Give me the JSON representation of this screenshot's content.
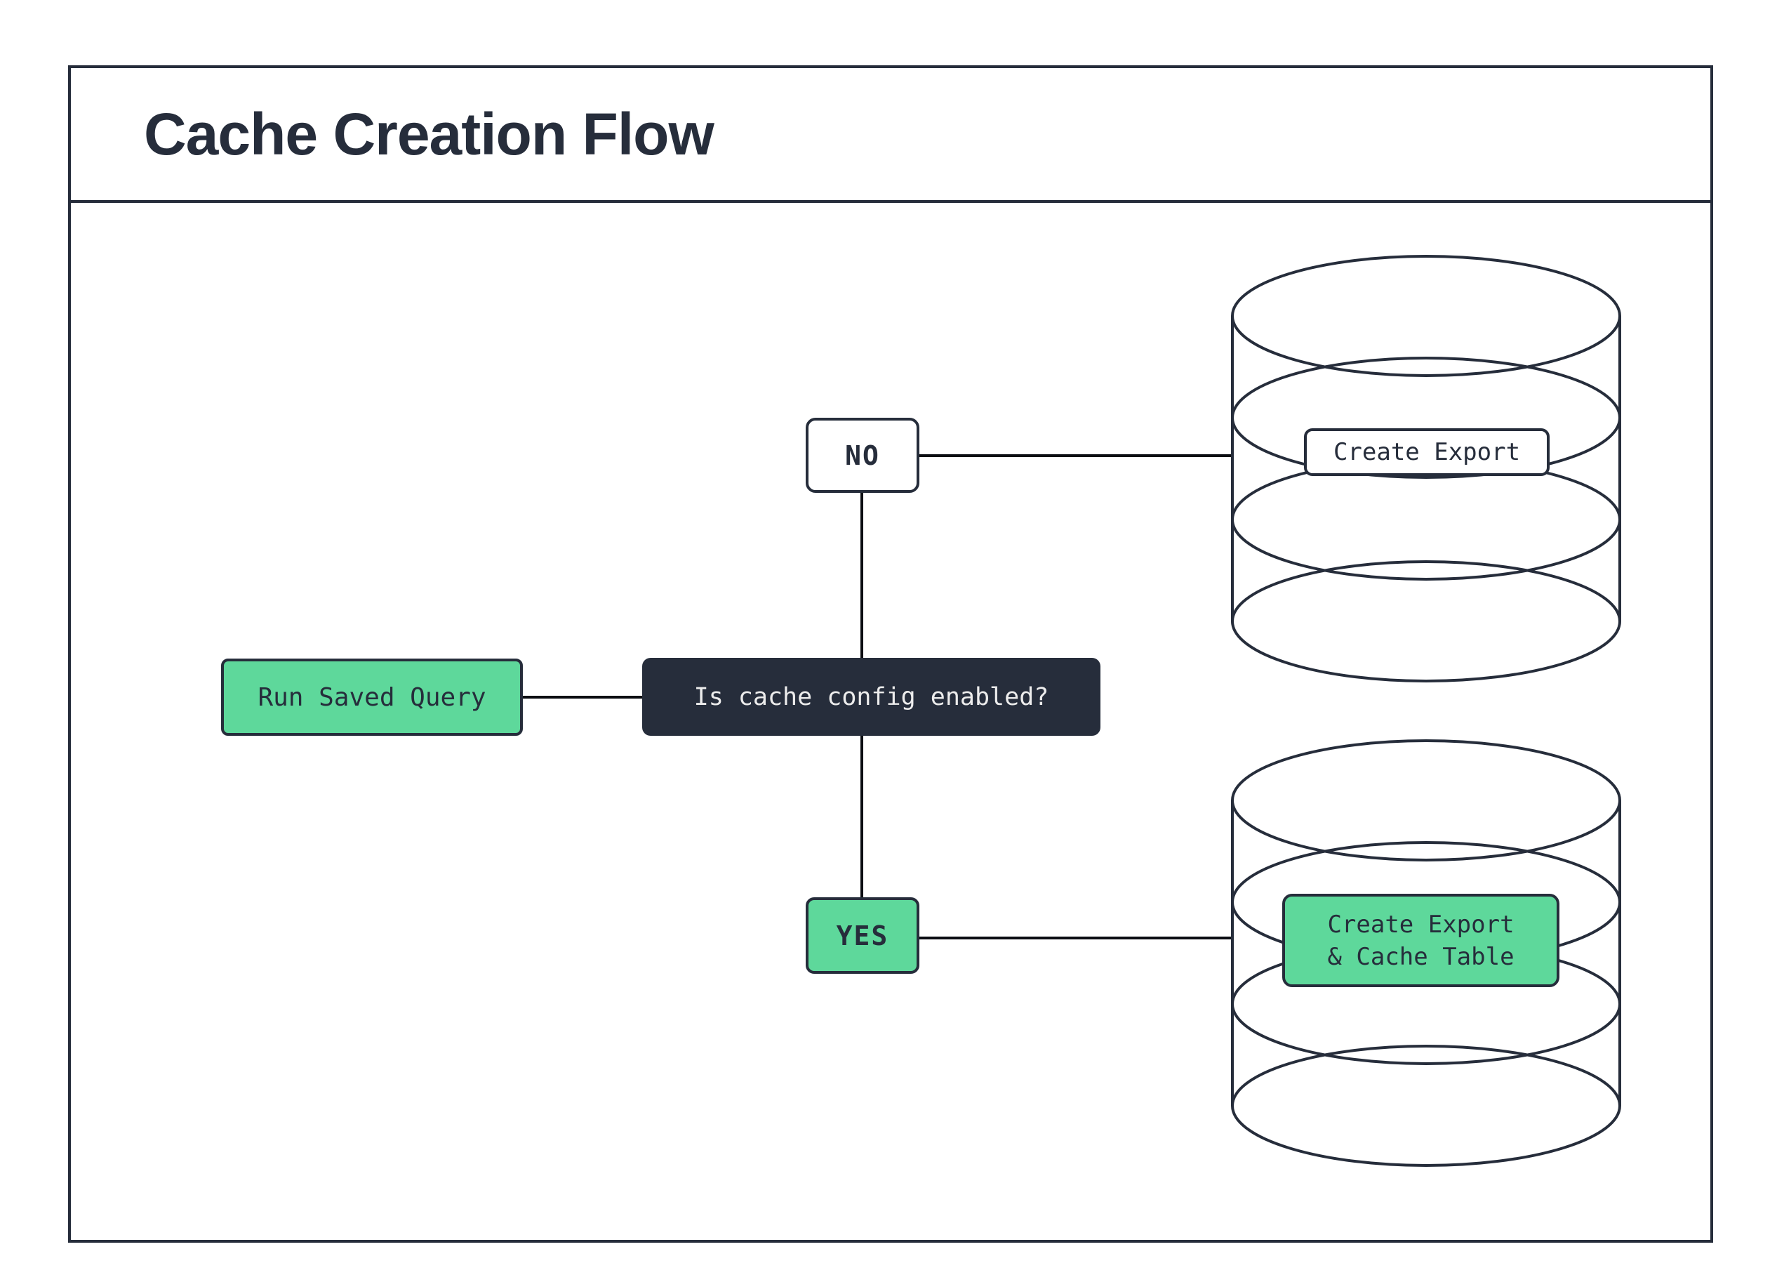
{
  "diagram": {
    "title": "Cache Creation Flow",
    "nodes": {
      "start": {
        "label": "Run Saved Query"
      },
      "decision": {
        "label": "Is cache config enabled?"
      },
      "branch_no": {
        "label": "NO"
      },
      "branch_yes": {
        "label": "YES"
      },
      "db_export": {
        "label": "Create Export"
      },
      "db_export_cache": {
        "line1": "Create Export",
        "line2": "& Cache Table"
      }
    },
    "colors": {
      "accent_green": "#5ed89b",
      "dark_navy": "#262d3b",
      "connector_black": "#0b0d12",
      "background": "#ffffff",
      "light_text": "#ececec"
    }
  }
}
